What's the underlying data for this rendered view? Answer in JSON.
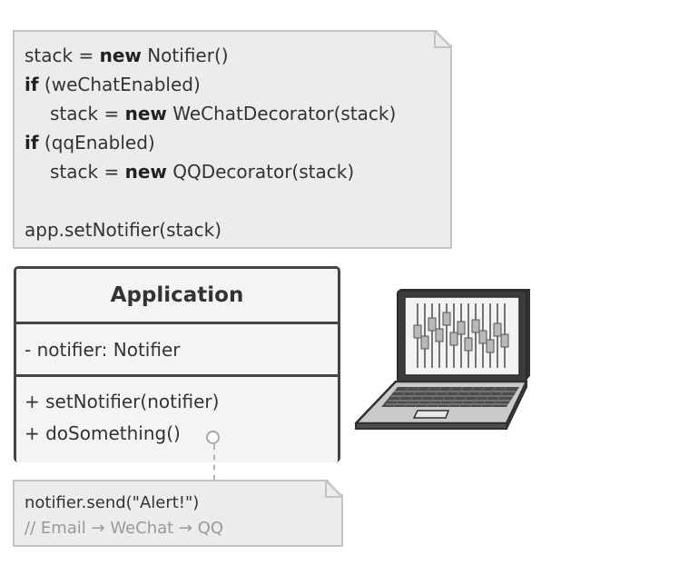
{
  "code_note": {
    "lines": [
      {
        "pre": "stack = ",
        "kw": "new",
        "post": " Notifier()"
      },
      {
        "pre": "",
        "kw": "if",
        "post": " (weChatEnabled)"
      },
      {
        "pre": "stack = ",
        "kw": "new",
        "post": " WeChatDecorator(stack)"
      },
      {
        "pre": "",
        "kw": "if",
        "post": " (qqEnabled)"
      },
      {
        "pre": "stack = ",
        "kw": "new",
        "post": " QQDecorator(stack)"
      },
      {
        "pre": "app.setNotifier(stack)",
        "kw": "",
        "post": ""
      }
    ]
  },
  "uml_class": {
    "name": "Application",
    "fields": [
      "- notifier: Notifier"
    ],
    "methods": [
      "+ setNotifier(notifier)",
      "+ doSomething()"
    ]
  },
  "send_note": {
    "line1": "notifier.send(\"Alert!\")",
    "line2": "// Email → WeChat → QQ"
  },
  "icons": {
    "laptop": "laptop-icon"
  },
  "colors": {
    "note_fill": "#ececec",
    "note_border": "#c4c4c4",
    "uml_border": "#444444",
    "comment_text": "#999999",
    "screen_dark": "#3a3d3b"
  }
}
